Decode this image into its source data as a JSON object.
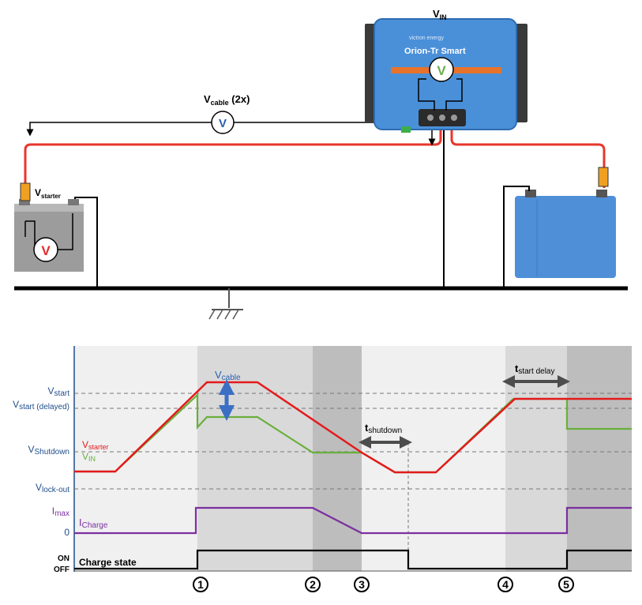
{
  "schematic": {
    "vin_label": "V",
    "vin_sub": "IN",
    "vcable_label": "V",
    "vcable_sub": "cable",
    "vcable_suffix": " (2x)",
    "vstarter_label": "V",
    "vstarter_sub": "starter",
    "converter_brand": "victron energy",
    "converter_name": "Orion-Tr Smart",
    "voltmeter_symbol": "V",
    "colors": {
      "positive_cable": "#e8362b",
      "converter_body": "#4a90d9",
      "converter_stripe": "#e8732a",
      "starter_battery": "#9c9c9c",
      "service_battery": "#4e8fd8",
      "voltmeter_red": "#e82a2a",
      "voltmeter_blue": "#2a5fb0",
      "voltmeter_green": "#6ab04c"
    }
  },
  "chart": {
    "y_labels": {
      "v_start": "V",
      "v_start_sub": "start",
      "v_start_delayed": "V",
      "v_start_delayed_sub": "start (delayed)",
      "v_shutdown": "V",
      "v_shutdown_sub": "Shutdown",
      "v_lockout": "V",
      "v_lockout_sub": "lock-out",
      "i_max": "I",
      "i_max_sub": "max",
      "zero": "0",
      "on": "ON",
      "off": "OFF"
    },
    "series_labels": {
      "v_starter": "V",
      "v_starter_sub": "starter",
      "v_in": "V",
      "v_in_sub": "IN",
      "i_charge": "I",
      "i_charge_sub": "Charge",
      "charge_state": "Charge state"
    },
    "annotations": {
      "v_cable": "V",
      "v_cable_sub": "cable",
      "t_shutdown": "t",
      "t_shutdown_sub": "shutdown",
      "t_start_delay": "t",
      "t_start_delay_sub": "start delay"
    },
    "markers": [
      "1",
      "2",
      "3",
      "4",
      "5"
    ],
    "colors": {
      "v_starter": "#e41a1c",
      "v_in": "#6aaf3d",
      "i_charge": "#7b2fa0",
      "charge_state": "#000000",
      "axis_text": "#1f4e8c",
      "arrow": "#3a6fc4"
    }
  }
}
